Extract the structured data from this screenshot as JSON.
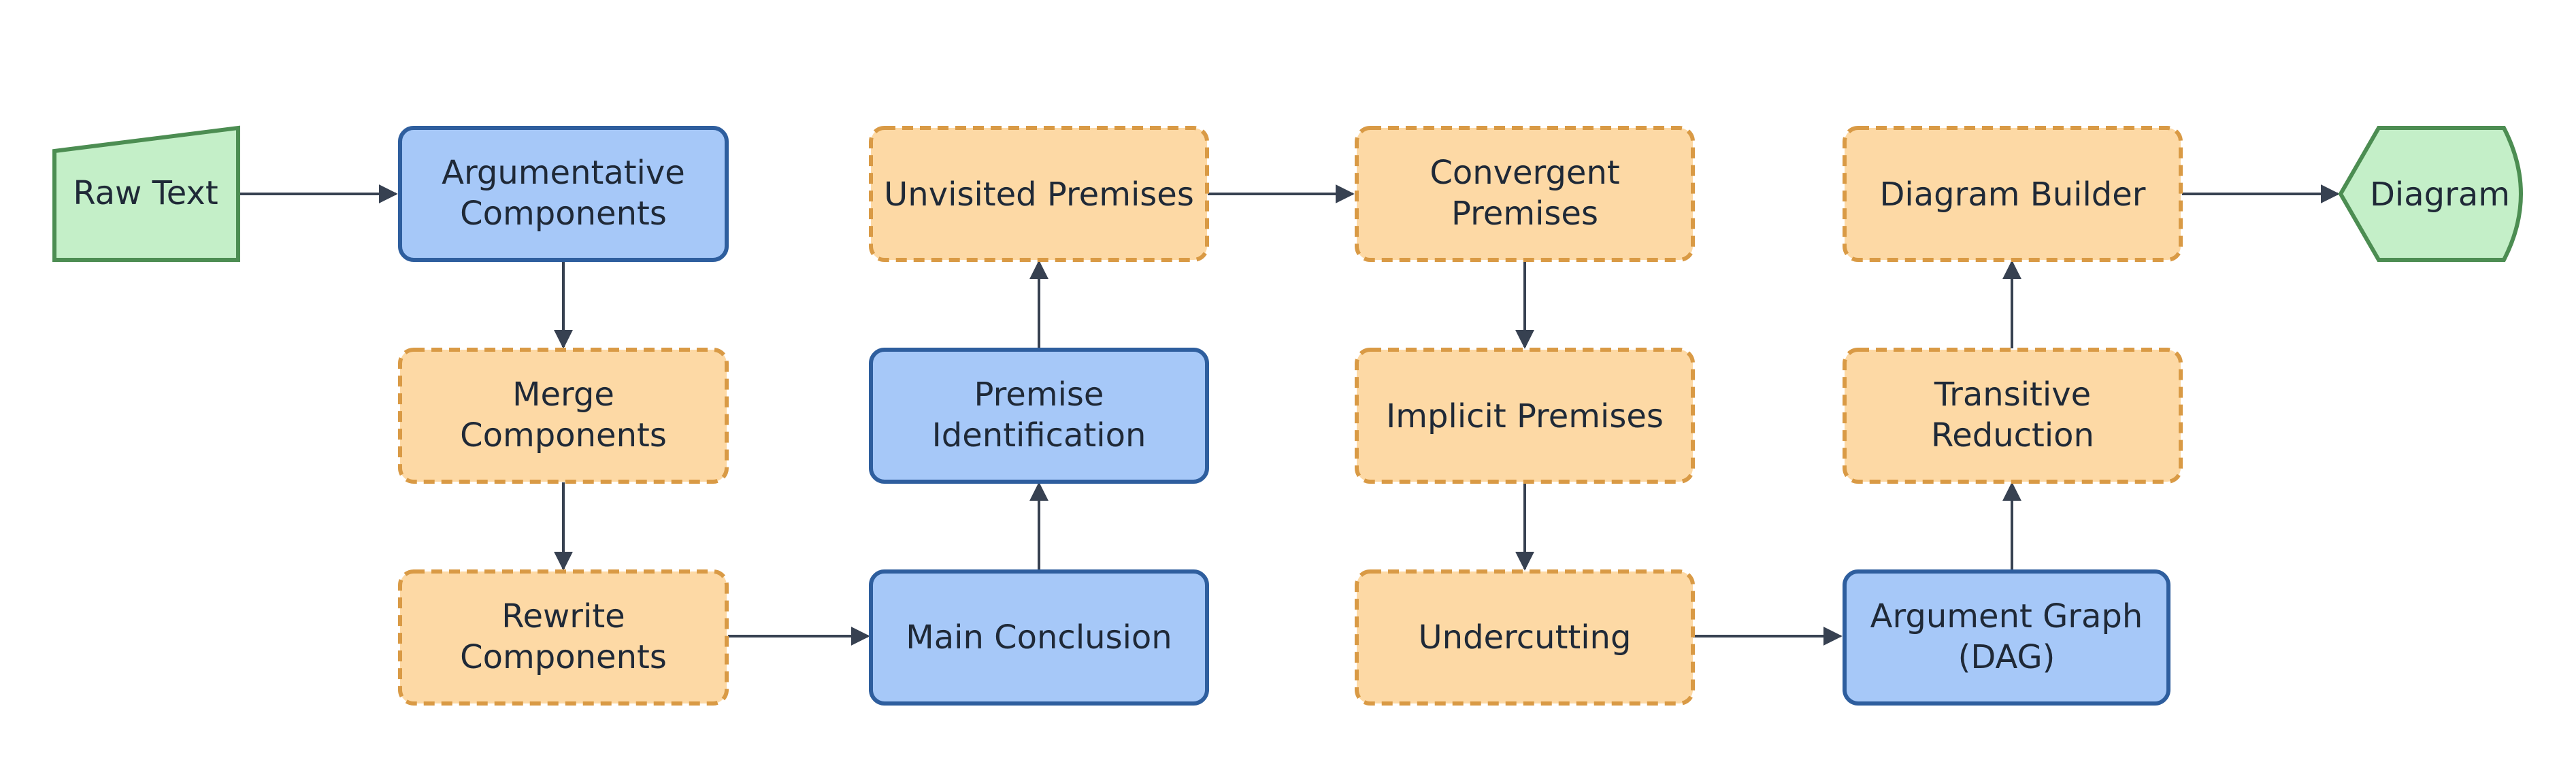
{
  "colors": {
    "process_fill": "#a6c8f8",
    "process_stroke": "#2e5e9e",
    "optional_fill": "#fdd9a5",
    "optional_stroke": "#d99a45",
    "terminal_fill": "#c4efc8",
    "terminal_stroke": "#4c8d52",
    "arrow": "#374151"
  },
  "nodes": {
    "raw_text": {
      "label": "Raw Text"
    },
    "argumentative_components": {
      "line1": "Argumentative",
      "line2": "Components"
    },
    "merge_components": {
      "line1": "Merge",
      "line2": "Components"
    },
    "rewrite_components": {
      "line1": "Rewrite",
      "line2": "Components"
    },
    "main_conclusion": {
      "label": "Main Conclusion"
    },
    "premise_identification": {
      "line1": "Premise",
      "line2": "Identification"
    },
    "unvisited_premises": {
      "label": "Unvisited Premises"
    },
    "convergent_premises": {
      "line1": "Convergent",
      "line2": "Premises"
    },
    "implicit_premises": {
      "label": "Implicit Premises"
    },
    "undercutting": {
      "label": "Undercutting"
    },
    "argument_graph": {
      "line1": "Argument Graph",
      "line2": "(DAG)"
    },
    "transitive_reduction": {
      "line1": "Transitive",
      "line2": "Reduction"
    },
    "diagram_builder": {
      "label": "Diagram Builder"
    },
    "diagram": {
      "label": "Diagram"
    }
  }
}
